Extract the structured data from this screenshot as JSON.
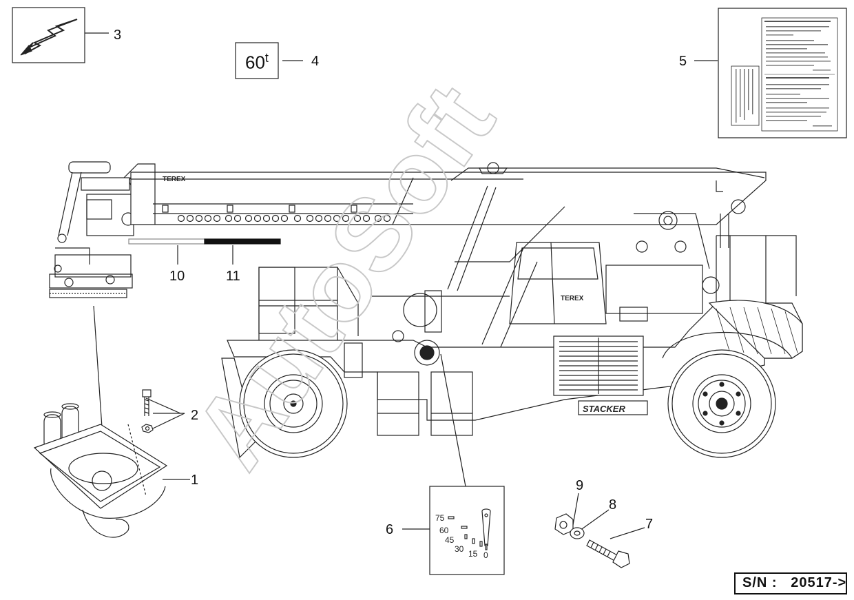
{
  "callouts": {
    "c1": "1",
    "c2": "2",
    "c3": "3",
    "c4": "4",
    "c5": "5",
    "c6": "6",
    "c7": "7",
    "c8": "8",
    "c9": "9",
    "c10": "10",
    "c11": "11"
  },
  "capacity_sign": {
    "value": "60",
    "unit": "t"
  },
  "gauge_labels": [
    "75",
    "60",
    "45",
    "30",
    "15",
    "0"
  ],
  "brand_boom": "TEREX",
  "brand_cab": "TEREX",
  "brand_chassis": "STACKER",
  "watermark": "AutoSoft",
  "serial": {
    "prefix": "S/N :",
    "value": "20517->"
  },
  "colors": {
    "line": "#222222",
    "watermark": "#c8c8c8",
    "decal_dark": "#111111",
    "decal_light": "#aaaaaa"
  }
}
